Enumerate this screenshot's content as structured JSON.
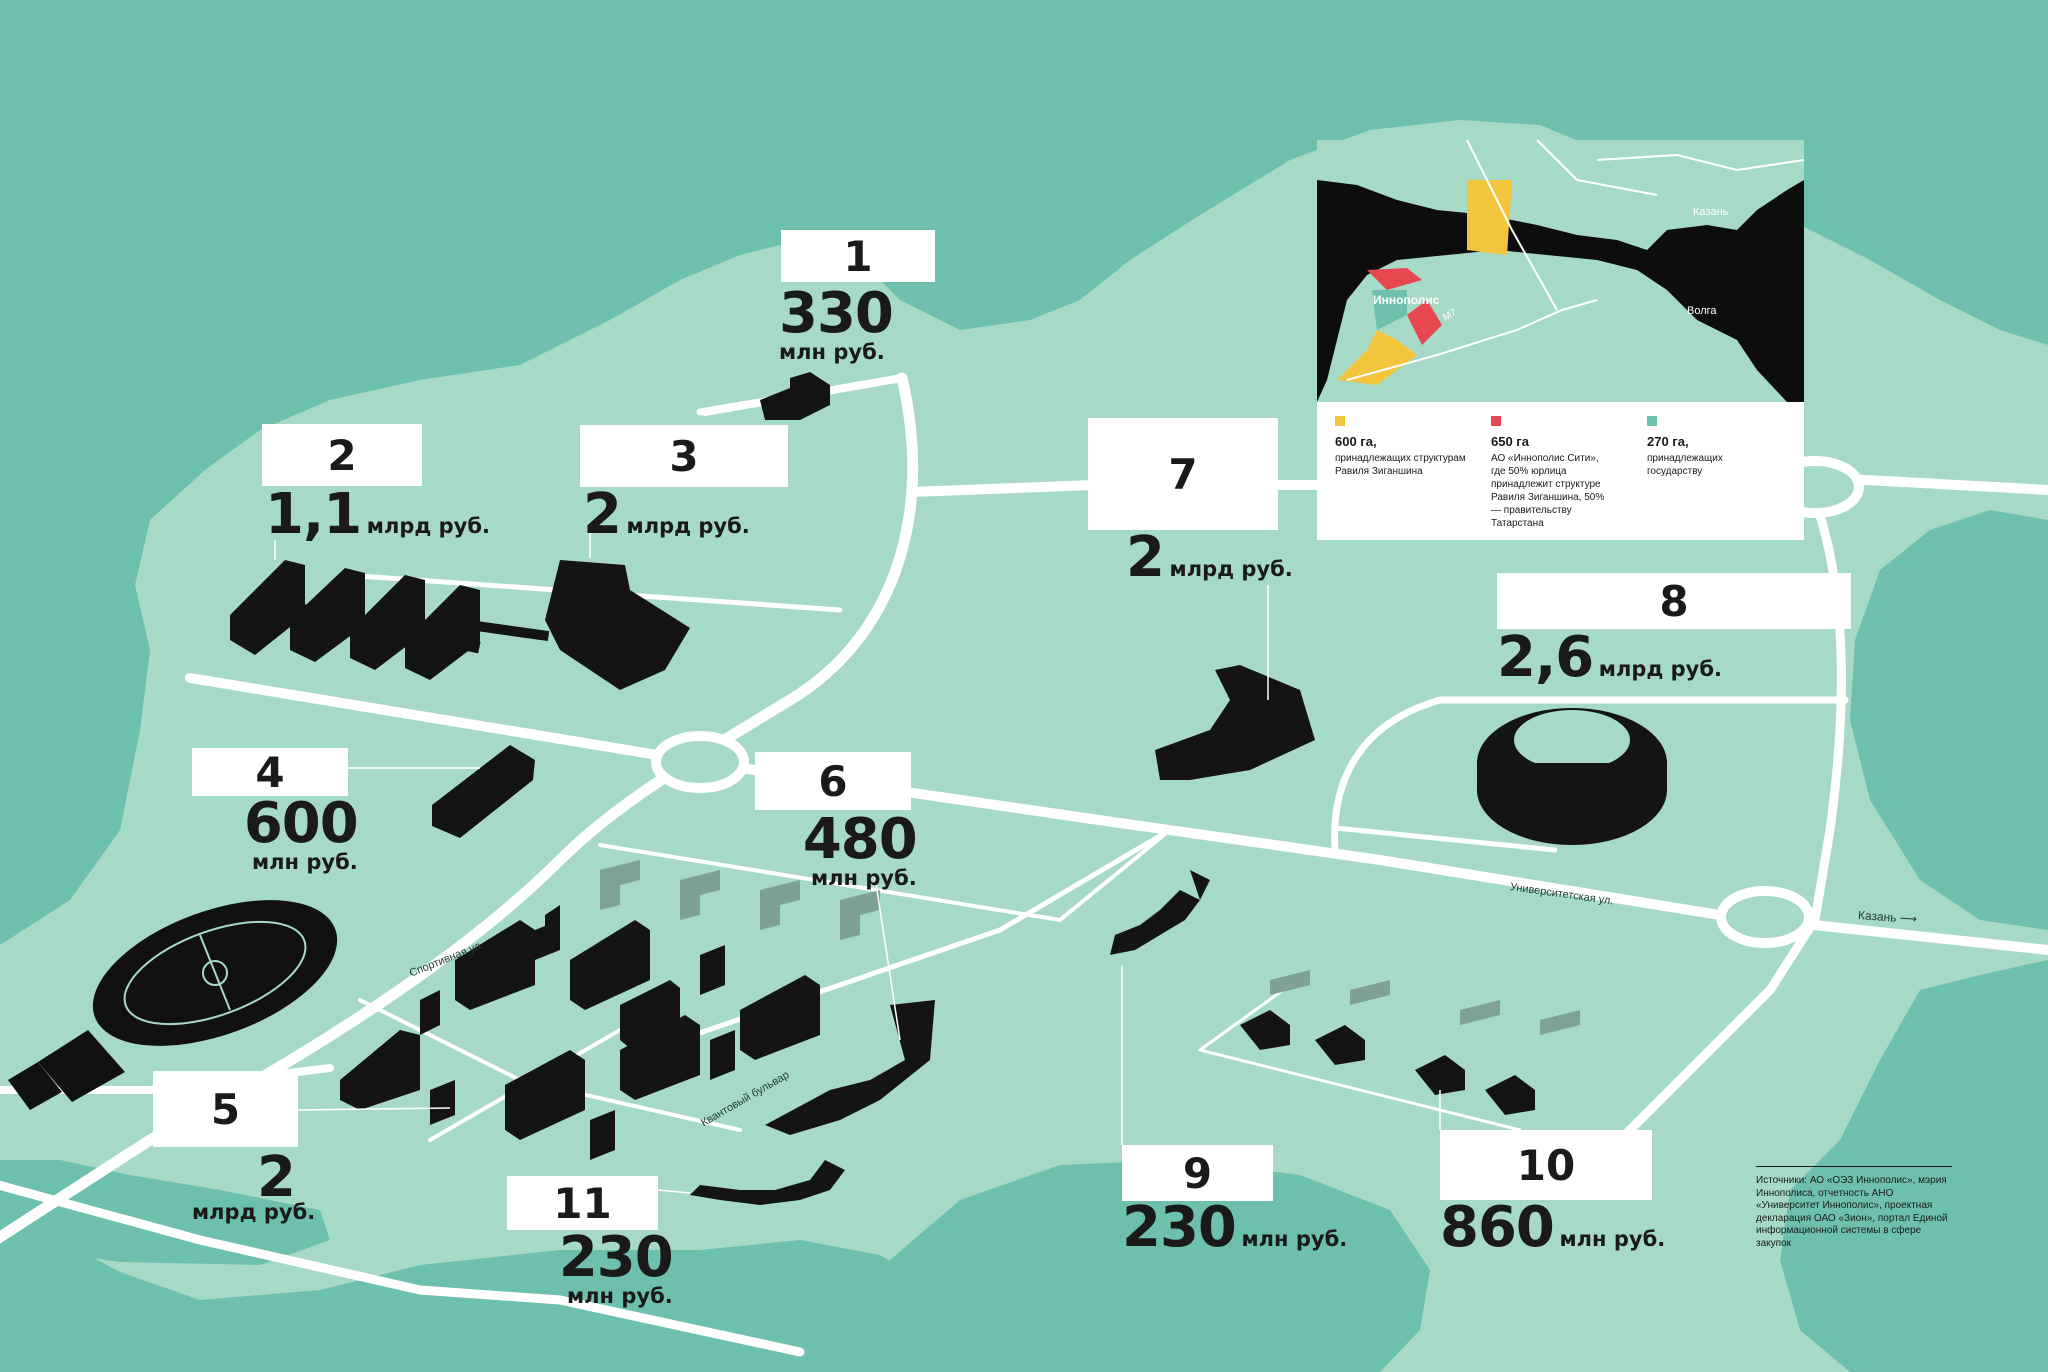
{
  "colors": {
    "water": "#6dc0ae",
    "land": "#a7d9c7",
    "road": "#ffffff",
    "building": "#141414",
    "label_bg": "#ffffff",
    "text": "#1a1a1a",
    "inset_river": "#0d0d0d",
    "legend_yellow": "#f2c53d",
    "legend_red": "#e8474f",
    "legend_teal": "#6dc0ae"
  },
  "objects": [
    {
      "id": "1",
      "value": "330",
      "unit": "млн руб."
    },
    {
      "id": "2",
      "value": "1,1",
      "unit": "млрд руб."
    },
    {
      "id": "3",
      "value": "2",
      "unit": "млрд руб."
    },
    {
      "id": "4",
      "value": "600",
      "unit": "млн руб."
    },
    {
      "id": "5",
      "value": "2",
      "unit": "млрд руб."
    },
    {
      "id": "6",
      "value": "480",
      "unit": "млн руб."
    },
    {
      "id": "7",
      "value": "2",
      "unit": "млрд руб."
    },
    {
      "id": "8",
      "value": "2,6",
      "unit": "млрд руб."
    },
    {
      "id": "9",
      "value": "230",
      "unit": "млн руб."
    },
    {
      "id": "10",
      "value": "860",
      "unit": "млн руб."
    },
    {
      "id": "11",
      "value": "230",
      "unit": "млн руб."
    }
  ],
  "streets": {
    "sportivnaya": "Спортивная ул.",
    "kvantoviy": "Квантовый бульвар",
    "universitetskaya": "Университетская ул.",
    "kazan_arrow": "Казань ⟶"
  },
  "inset": {
    "kazan": "Казань",
    "volga": "Волга",
    "innopolis": "Иннополис",
    "m7": "М7",
    "legend": [
      {
        "area": "600 га,",
        "desc": "принадлежащих структурам Равиля Зиганшина",
        "color": "#f2c53d"
      },
      {
        "area": "650 га",
        "desc": "АО «Иннополис Сити», где 50% юрлица принадлежит структуре Равиля Зиганшина, 50% — правительству Татарстана",
        "color": "#e8474f"
      },
      {
        "area": "270 га,",
        "desc": "принадлежащих государству",
        "color": "#6dc0ae"
      }
    ]
  },
  "sources": "Источники: АО «ОЭЗ Иннополис», мэрия Иннополиса, отчетность АНО «Университет Иннополис», проектная декларация ОАО «Зион», портал Единой информационной системы в сфере закупок"
}
